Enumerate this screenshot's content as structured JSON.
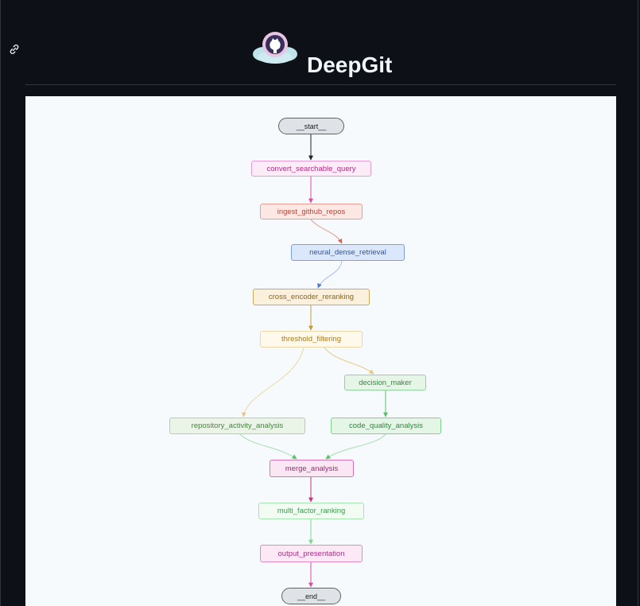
{
  "header": {
    "title": "DeepGit"
  },
  "colors": {
    "page_bg": "#0d1117",
    "canvas_bg": "#f7fafc",
    "pink": "#d84fa0",
    "red": "#d2665b",
    "blue": "#4f7ad6",
    "tan": "#c69b3c",
    "amber": "#e6c580",
    "green": "#5bbf69"
  },
  "diagram": {
    "nodes": {
      "start": "__start__",
      "convert": "convert_searchable_query",
      "ingest": "ingest_github_repos",
      "neural": "neural_dense_retrieval",
      "cross": "cross_encoder_reranking",
      "threshold": "threshold_filtering",
      "decision": "decision_maker",
      "repo": "repository_activity_analysis",
      "code": "code_quality_analysis",
      "merge": "merge_analysis",
      "multi": "multi_factor_ranking",
      "output": "output_presentation",
      "end": "__end__"
    },
    "edges": [
      [
        "start",
        "convert"
      ],
      [
        "convert",
        "ingest"
      ],
      [
        "ingest",
        "neural"
      ],
      [
        "neural",
        "cross"
      ],
      [
        "cross",
        "threshold"
      ],
      [
        "threshold",
        "decision"
      ],
      [
        "threshold",
        "repo"
      ],
      [
        "decision",
        "code"
      ],
      [
        "repo",
        "merge"
      ],
      [
        "code",
        "merge"
      ],
      [
        "merge",
        "multi"
      ],
      [
        "multi",
        "output"
      ],
      [
        "output",
        "end"
      ]
    ]
  }
}
